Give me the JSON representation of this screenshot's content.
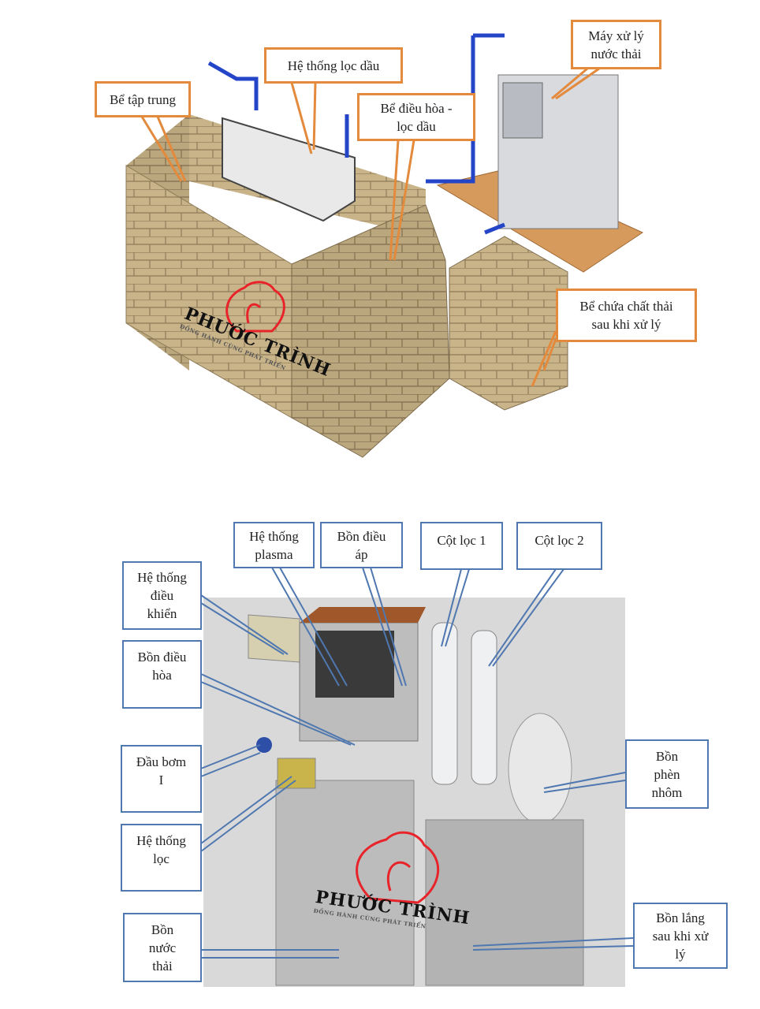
{
  "top_diagram": {
    "labels": {
      "collection_tank": [
        "Bể tập trung"
      ],
      "oil_filter_system": [
        "Hệ thống lọc dầu"
      ],
      "equalization_tank": [
        "Bể điều hòa -",
        "lọc dầu"
      ],
      "treatment_machine": [
        "Máy xử lý",
        "nước thải"
      ],
      "treated_waste_tank": [
        "Bể chứa chất thải",
        "sau khi xử lý"
      ]
    },
    "accent_color": "#e38a3c"
  },
  "bottom_diagram": {
    "labels": {
      "plasma_system": [
        "Hệ thống",
        "plasma"
      ],
      "pressure_tank": [
        "Bồn điều",
        "áp"
      ],
      "filter_column_1": [
        "Cột lọc 1"
      ],
      "filter_column_2": [
        "Cột lọc 2"
      ],
      "control_system": [
        "Hệ thống",
        "điều",
        "khiển"
      ],
      "equalization_tank": [
        "Bồn điều",
        "hòa"
      ],
      "pump_head": [
        "Đầu bơm",
        "I"
      ],
      "filter_system": [
        "Hệ thống",
        "lọc"
      ],
      "wastewater_tank": [
        "Bồn",
        "nước",
        "thải"
      ],
      "alum_tank": [
        "Bồn",
        "phèn",
        "nhôm"
      ],
      "settling_tank": [
        "Bồn lắng",
        "sau khi xử",
        "lý"
      ]
    },
    "accent_color": "#4f77b0"
  },
  "watermark": {
    "name": "PHƯỚC TRÌNH",
    "slogan": "ĐỒNG HÀNH CÙNG PHÁT TRIỂN"
  }
}
